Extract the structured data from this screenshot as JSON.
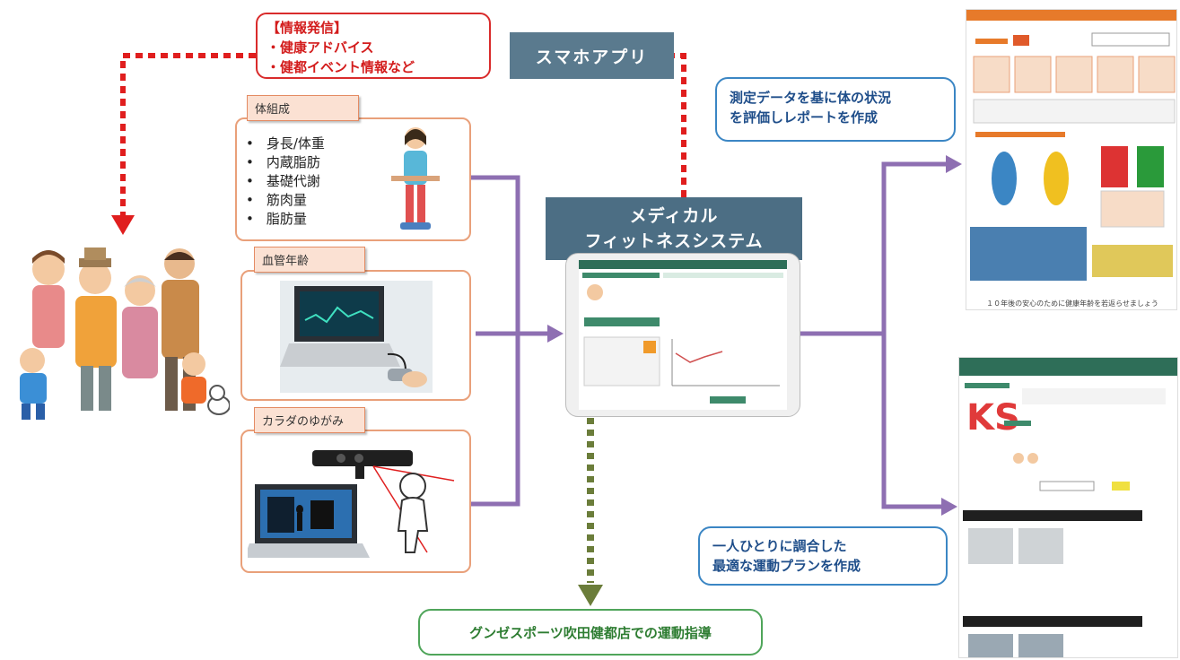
{
  "info_box": {
    "title": "【情報発信】",
    "line1": "・健康アドバイス",
    "line2": "・健都イベント情報など"
  },
  "app_label": "スマホアプリ",
  "panels": {
    "body_composition": {
      "tab": "体組成",
      "items": [
        "身長/体重",
        "内蔵脂肪",
        "基礎代謝",
        "筋肉量",
        "脂肪量"
      ]
    },
    "vascular_age": {
      "tab": "血管年齢"
    },
    "body_distortion": {
      "tab": "カラダのゆがみ"
    }
  },
  "system": {
    "line1": "メディカル",
    "line2": "フィットネスシステム"
  },
  "report_callout": {
    "line1": "測定データを基に体の状況",
    "line2": "を評価しレポートを作成"
  },
  "plan_callout": {
    "line1": "一人ひとりに調合した",
    "line2": "最適な運動プランを作成"
  },
  "bottom_callout": "グンゼスポーツ吹田健都店での運動指導",
  "report_preview": {
    "footer_text": "１０年後の安心のために健康年齢を若返らせましょう"
  },
  "colors": {
    "red_dotted": "#e01e1e",
    "purple_line": "#8e6fb2",
    "green_dotted": "#6b7d3a",
    "system_box": "#4c6e84",
    "app_box": "#5a7a8e",
    "callout_blue": "#3b86c4",
    "panel_orange": "#e9a07a"
  }
}
